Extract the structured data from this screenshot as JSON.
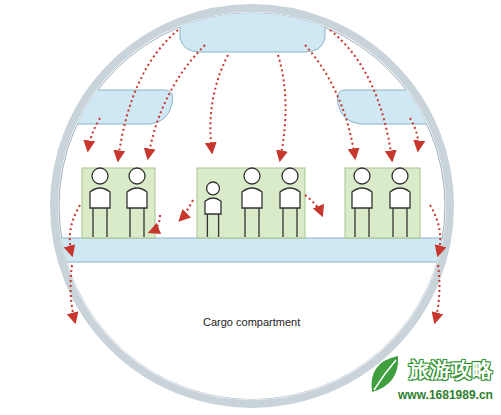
{
  "diagram": {
    "nodes": [
      {
        "text": [
          "Cargo compartment"
        ]
      }
    ],
    "labels": [
      "旅游攻略",
      "www.1681989.cn"
    ]
  }
}
